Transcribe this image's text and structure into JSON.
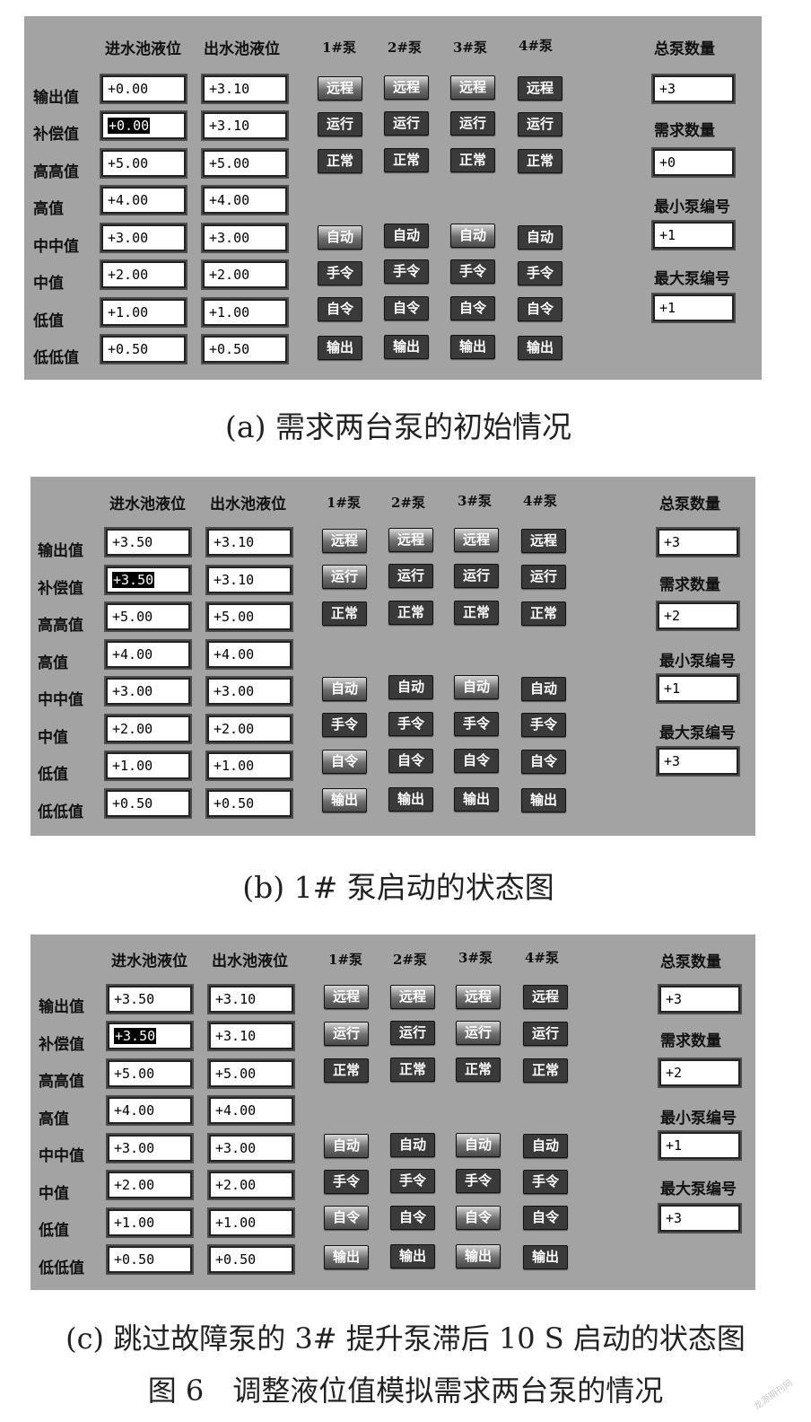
{
  "panels": [
    {
      "header": {
        "inlet": "进水池液位",
        "outlet": "出水池液位",
        "pumps": [
          "1#泵",
          "2#泵",
          "3#泵",
          "4#泵"
        ],
        "total": "总泵数量"
      },
      "rows": [
        {
          "label": "输出值",
          "inlet": "+0.00",
          "outlet": "+3.10"
        },
        {
          "label": "补偿值",
          "inlet": "+0.00",
          "outlet": "+3.10"
        },
        {
          "label": "高高值",
          "inlet": "+5.00",
          "outlet": "+5.00"
        },
        {
          "label": "高值",
          "inlet": "+4.00",
          "outlet": "+4.00"
        },
        {
          "label": "中中值",
          "inlet": "+3.00",
          "outlet": "+3.00"
        },
        {
          "label": "中值",
          "inlet": "+2.00",
          "outlet": "+2.00"
        },
        {
          "label": "低值",
          "inlet": "+1.00",
          "outlet": "+1.00"
        },
        {
          "label": "低低值",
          "inlet": "+0.50",
          "outlet": "+0.50"
        }
      ],
      "pump_buttons": {
        "remote": "远程",
        "run": "运行",
        "normal": "正常",
        "auto": "自动",
        "manual": "手令",
        "self": "自令",
        "output": "输出"
      },
      "side": [
        {
          "label": "总泵数量",
          "value": "+3"
        },
        {
          "label": "需求数量",
          "value": "+0"
        },
        {
          "label": "最小泵编号",
          "value": "+1"
        },
        {
          "label": "最大泵编号",
          "value": "+1"
        }
      ],
      "caption": "(a) 需求两台泵的初始情况"
    },
    {
      "header": {
        "inlet": "进水池液位",
        "outlet": "出水池液位",
        "pumps": [
          "1#泵",
          "2#泵",
          "3#泵",
          "4#泵"
        ],
        "total": "总泵数量"
      },
      "rows": [
        {
          "label": "输出值",
          "inlet": "+3.50",
          "outlet": "+3.10"
        },
        {
          "label": "补偿值",
          "inlet": "+3.50",
          "outlet": "+3.10"
        },
        {
          "label": "高高值",
          "inlet": "+5.00",
          "outlet": "+5.00"
        },
        {
          "label": "高值",
          "inlet": "+4.00",
          "outlet": "+4.00"
        },
        {
          "label": "中中值",
          "inlet": "+3.00",
          "outlet": "+3.00"
        },
        {
          "label": "中值",
          "inlet": "+2.00",
          "outlet": "+2.00"
        },
        {
          "label": "低值",
          "inlet": "+1.00",
          "outlet": "+1.00"
        },
        {
          "label": "低低值",
          "inlet": "+0.50",
          "outlet": "+0.50"
        }
      ],
      "pump_buttons": {
        "remote": "远程",
        "run": "运行",
        "normal": "正常",
        "auto": "自动",
        "manual": "手令",
        "self": "自令",
        "output": "输出"
      },
      "side": [
        {
          "label": "总泵数量",
          "value": "+3"
        },
        {
          "label": "需求数量",
          "value": "+2"
        },
        {
          "label": "最小泵编号",
          "value": "+1"
        },
        {
          "label": "最大泵编号",
          "value": "+3"
        }
      ],
      "caption": "(b) 1# 泵启动的状态图"
    },
    {
      "header": {
        "inlet": "进水池液位",
        "outlet": "出水池液位",
        "pumps": [
          "1#泵",
          "2#泵",
          "3#泵",
          "4#泵"
        ],
        "total": "总泵数量"
      },
      "rows": [
        {
          "label": "输出值",
          "inlet": "+3.50",
          "outlet": "+3.10"
        },
        {
          "label": "补偿值",
          "inlet": "+3.50",
          "outlet": "+3.10"
        },
        {
          "label": "高高值",
          "inlet": "+5.00",
          "outlet": "+5.00"
        },
        {
          "label": "高值",
          "inlet": "+4.00",
          "outlet": "+4.00"
        },
        {
          "label": "中中值",
          "inlet": "+3.00",
          "outlet": "+3.00"
        },
        {
          "label": "中值",
          "inlet": "+2.00",
          "outlet": "+2.00"
        },
        {
          "label": "低值",
          "inlet": "+1.00",
          "outlet": "+1.00"
        },
        {
          "label": "低低值",
          "inlet": "+0.50",
          "outlet": "+0.50"
        }
      ],
      "pump_buttons": {
        "remote": "远程",
        "run": "运行",
        "normal": "正常",
        "auto": "自动",
        "manual": "手令",
        "self": "自令",
        "output": "输出"
      },
      "side": [
        {
          "label": "总泵数量",
          "value": "+3"
        },
        {
          "label": "需求数量",
          "value": "+2"
        },
        {
          "label": "最小泵编号",
          "value": "+1"
        },
        {
          "label": "最大泵编号",
          "value": "+3"
        }
      ],
      "caption": "(c) 跳过故障泵的 3# 提升泵滞后 10 S 启动的状态图"
    }
  ],
  "figure_title": "图 6　调整液位值模拟需求两台泵的情况",
  "watermark": "龙源期刊网"
}
